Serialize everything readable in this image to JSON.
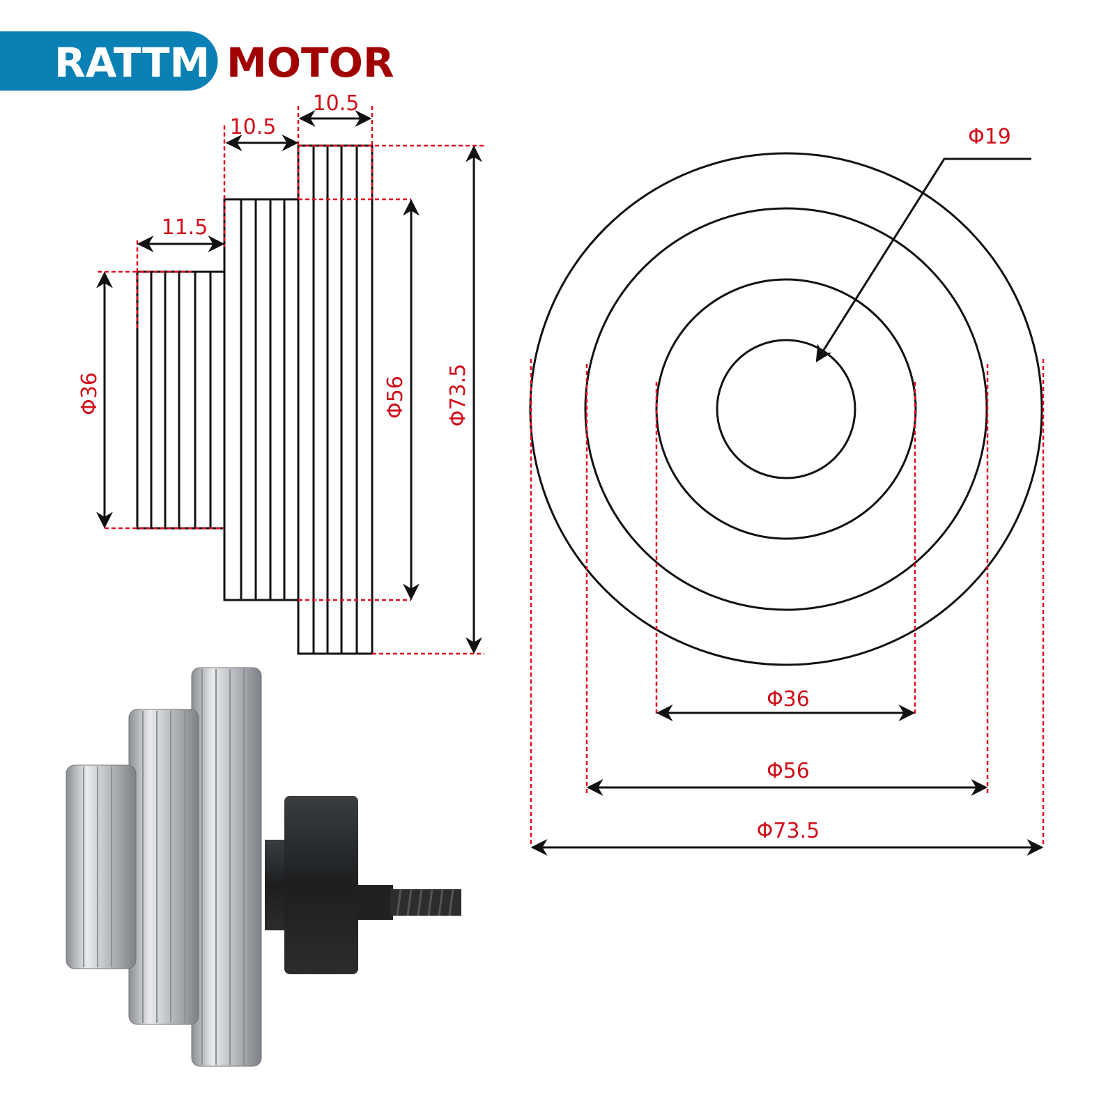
{
  "logo": {
    "brand": "RATTM",
    "word": "MOTOR",
    "brand_bg": "#0a80b4",
    "word_color": "#a00000"
  },
  "side_view": {
    "length_small": "11.5",
    "length_middle": "10.5",
    "length_large": "10.5",
    "dia_small": "Φ36",
    "dia_middle": "Φ56",
    "dia_large": "Φ73.5"
  },
  "front_view": {
    "bore": "Φ19",
    "dia_36": "Φ36",
    "dia_56": "Φ56",
    "dia_73": "Φ73.5"
  },
  "colors": {
    "dimension": "#d0101a",
    "outline": "#111111"
  }
}
